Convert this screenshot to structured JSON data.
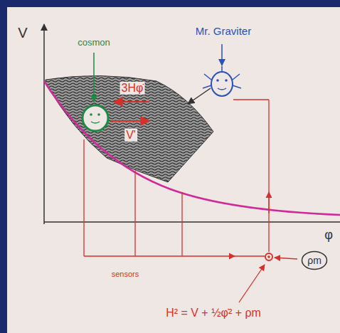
{
  "diagram": {
    "nodes": [
      {
        "text": [
          "ρm"
        ]
      }
    ],
    "labels": [
      "V",
      "cosmon",
      "3Hφ̇",
      "V'",
      "Mr. Graviter",
      "φ",
      "sensors",
      "H² = V + ½φ̇² + ρm"
    ]
  }
}
